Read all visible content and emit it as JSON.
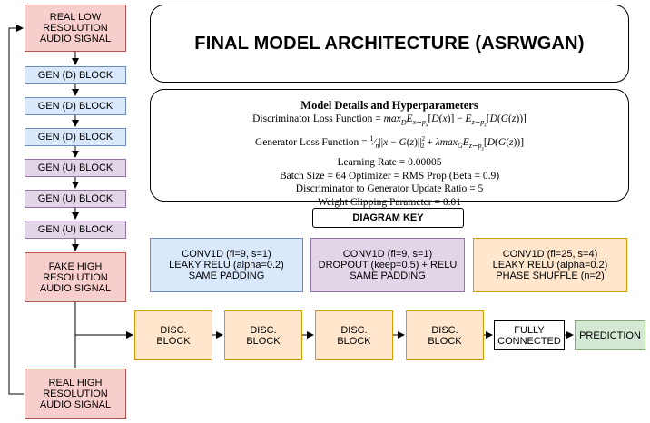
{
  "title": "FINAL MODEL ARCHITECTURE (ASRWGAN)",
  "nodes": {
    "input_low": "REAL LOW\nRESOLUTION\nAUDIO SIGNAL",
    "gen_d": "GEN (D) BLOCK",
    "gen_u": "GEN (U) BLOCK",
    "fake_high": "FAKE HIGH\nRESOLUTION\nAUDIO SIGNAL",
    "real_high": "REAL HIGH\nRESOLUTION\nAUDIO SIGNAL",
    "disc": "DISC.\nBLOCK",
    "fully_connected": "FULLY\nCONNECTED",
    "prediction": "PREDICTION"
  },
  "details": {
    "heading": "Model Details and Hyperparameters",
    "lines": [
      "Learning Rate = 0.00005",
      "Batch Size = 64 Optimizer = RMS Prop (Beta = 0.9)",
      "Discriminator to Generator Update Ratio = 5",
      "Weight Clipping Parameter = 0.01"
    ]
  },
  "key": {
    "title": "DIAGRAM KEY",
    "blue": "CONV1D (fl=9, s=1)\nLEAKY RELU (alpha=0.2)\nSAME PADDING",
    "purple": "CONV1D (fl=9, s=1)\nDROPOUT (keep=0.5) + RELU\nSAME PADDING",
    "orange": "CONV1D (fl=25, s=4)\nLEAKY RELU (alpha=0.2)\nPHASE SHUFFLE (n=2)"
  },
  "colors": {
    "red": "#f8cecc",
    "blue": "#dae8fc",
    "purple": "#e1d5e7",
    "orange": "#ffe6cc",
    "green": "#d5e8d4"
  }
}
